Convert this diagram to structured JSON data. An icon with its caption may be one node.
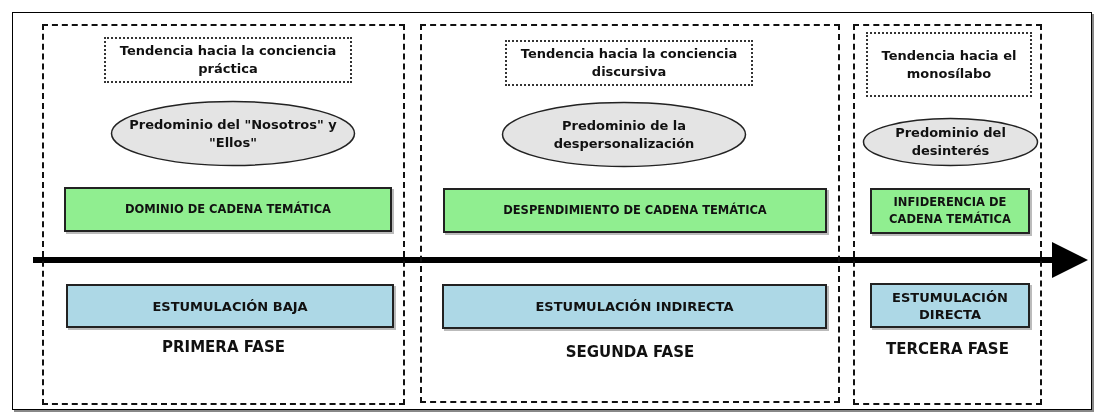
{
  "diagram": {
    "nodes": [
      {
        "text": [
          "PRIMERA FASE"
        ]
      },
      {
        "text": [
          "Tendencia hacia la conciencia práctica"
        ],
        "in": 0
      },
      {
        "text": [
          "Predominio del \"Nosotros\" y \"Ellos\""
        ],
        "in": 0
      },
      {
        "text": [
          "DOMINIO DE CADENA TEMÁTICA"
        ],
        "in": 0
      },
      {
        "text": [
          "ESTUMULACIÓN BAJA"
        ],
        "in": 0
      },
      {
        "text": [
          "SEGUNDA FASE"
        ]
      },
      {
        "text": [
          "Tendencia hacia la conciencia discursiva"
        ],
        "in": 5
      },
      {
        "text": [
          "Predominio de la despersonalización"
        ],
        "in": 5
      },
      {
        "text": [
          "DESPENDIMIENTO DE CADENA TEMÁTICA"
        ],
        "in": 5
      },
      {
        "text": [
          "ESTUMULACIÓN INDIRECTA"
        ],
        "in": 5
      },
      {
        "text": [
          "TERCERA FASE"
        ]
      },
      {
        "text": [
          "Tendencia hacia el monosílabo"
        ],
        "in": 10
      },
      {
        "text": [
          "Predominio del desinterés"
        ],
        "in": 10
      },
      {
        "text": [
          "INFIDERENCIA DE CADENA TEMÁTICA"
        ],
        "in": 10
      },
      {
        "text": [
          "ESTUMULACIÓN DIRECTA"
        ],
        "in": 10
      }
    ],
    "edges": []
  }
}
